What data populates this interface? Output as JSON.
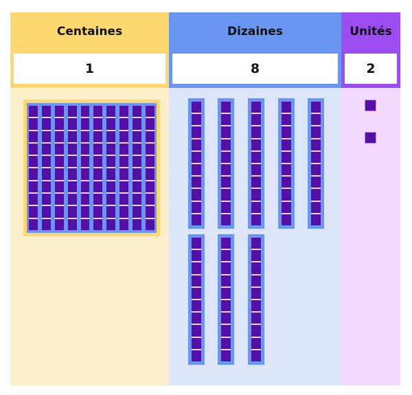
{
  "columns": [
    {
      "id": "centaines",
      "label": "Centaines",
      "value": "1",
      "header_color": "#FDD86E",
      "body_color": "#FCEEC9"
    },
    {
      "id": "dizaines",
      "label": "Dizaines",
      "value": "8",
      "header_color": "#6896F2",
      "body_color": "#DCE6F8"
    },
    {
      "id": "unites",
      "label": "Unités",
      "value": "2",
      "header_color": "#9B4DF0",
      "body_color": "#F3DAFC"
    }
  ],
  "blocks": {
    "hundreds": 1,
    "tens": 8,
    "units": 2,
    "block_color": "#540FA6",
    "frame_color": "#6896F2",
    "flat_border_color": "#FDD86E"
  }
}
